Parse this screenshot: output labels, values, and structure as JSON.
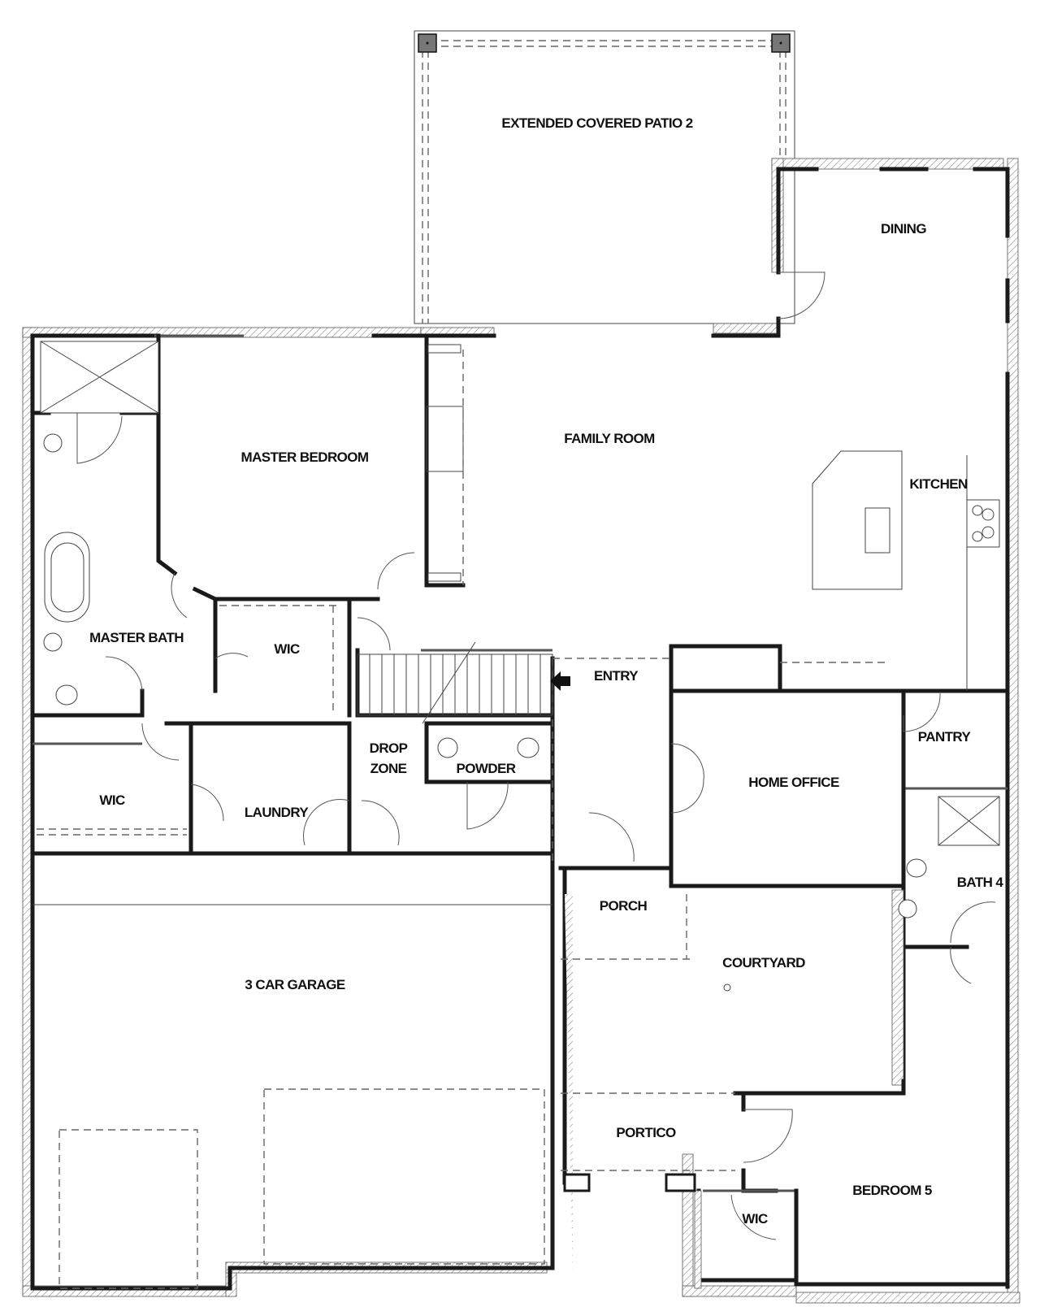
{
  "floorplan": {
    "rooms": {
      "patio": "EXTENDED COVERED PATIO 2",
      "dining": "DINING",
      "master_bedroom": "MASTER BEDROOM",
      "family_room": "FAMILY ROOM",
      "kitchen": "KITCHEN",
      "master_bath": "MASTER BATH",
      "wic_master": "WIC",
      "entry": "ENTRY",
      "pantry": "PANTRY",
      "drop_zone_1": "DROP",
      "drop_zone_2": "ZONE",
      "powder": "POWDER",
      "home_office": "HOME OFFICE",
      "wic_left": "WIC",
      "laundry": "LAUNDRY",
      "bath4": "BATH 4",
      "porch": "PORCH",
      "courtyard": "COURTYARD",
      "garage": "3 CAR GARAGE",
      "portico": "PORTICO",
      "bedroom5": "BEDROOM 5",
      "wic_bed5": "WIC"
    },
    "colors": {
      "wall_fill": "#8c8c8c",
      "line": "#1a1a1a",
      "background": "#ffffff"
    }
  }
}
